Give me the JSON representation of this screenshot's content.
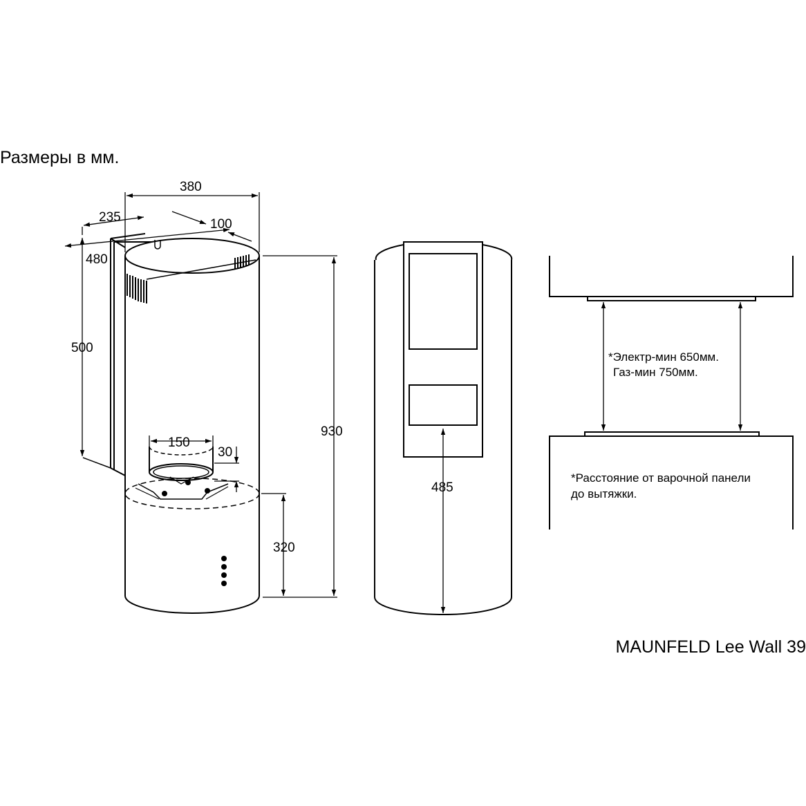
{
  "title": "Размеры в мм.",
  "model": "MAUNFELD Lee Wall 39",
  "dimensions": {
    "width": "380",
    "bracket_depth": "235",
    "offset": "100",
    "total_depth": "480",
    "bracket_height": "500",
    "total_height": "930",
    "duct_diameter": "150",
    "duct_height": "30",
    "lower_section": "320",
    "back_panel": "485"
  },
  "notes": {
    "clearance_line1": "*Электр-мин 650мм.",
    "clearance_line2": "Газ-мин 750мм.",
    "distance_line1": "*Расстояние от варочной панели",
    "distance_line2": "до вытяжки."
  }
}
